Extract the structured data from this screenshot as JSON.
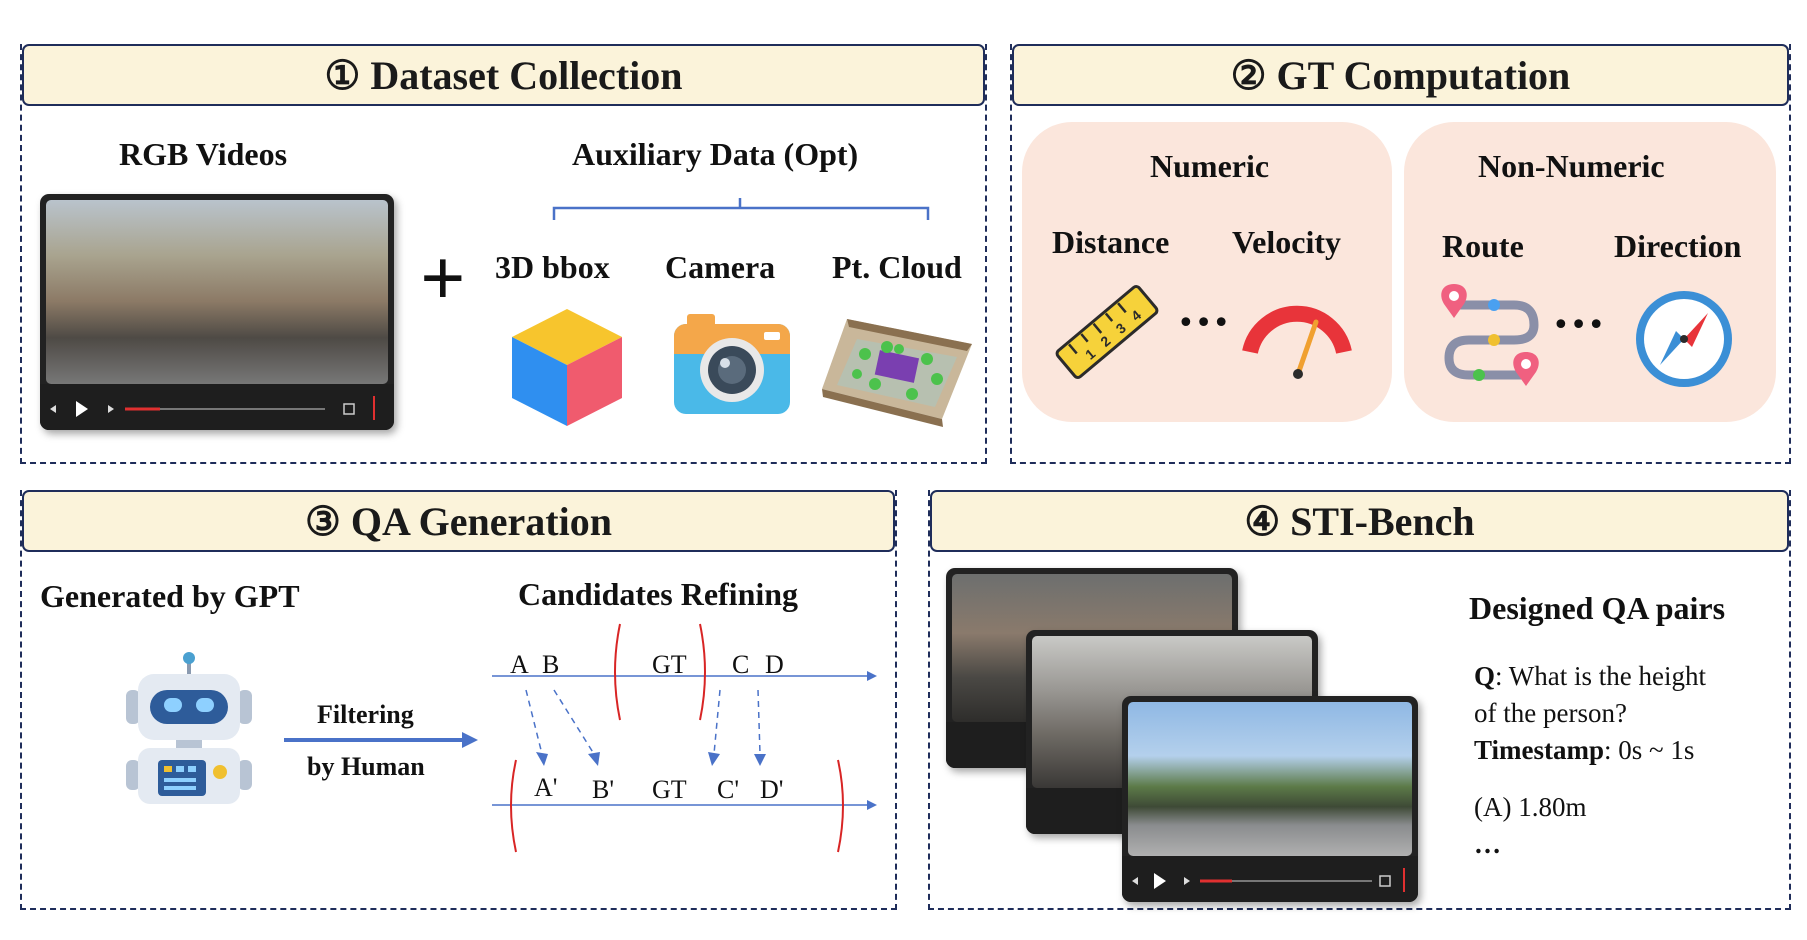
{
  "panel1": {
    "title": "① Dataset Collection",
    "rgb_label": "RGB Videos",
    "plus": "+",
    "aux_label": "Auxiliary Data (Opt)",
    "items": [
      "3D bbox",
      "Camera",
      "Pt. Cloud"
    ]
  },
  "panel2": {
    "title": "② GT Computation",
    "numeric": {
      "title": "Numeric",
      "a": "Distance",
      "b": "Velocity",
      "dots": "•••"
    },
    "nonnumeric": {
      "title": "Non-Numeric",
      "a": "Route",
      "b": "Direction",
      "dots": "•••"
    },
    "ruler_digits": [
      "1",
      "2",
      "3",
      "4"
    ]
  },
  "panel3": {
    "title": "③ QA Generation",
    "gen_label": "Generated by GPT",
    "refine_label": "Candidates Refining",
    "arrow_label_1": "Filtering",
    "arrow_label_2": "by Human",
    "top_axis": [
      "A",
      "B",
      "GT",
      "C",
      "D"
    ],
    "bottom_axis": [
      "A'",
      "B'",
      "GT",
      "C'",
      "D'"
    ]
  },
  "panel4": {
    "title": "④ STI-Bench",
    "qa_title": "Designed QA pairs",
    "q_label": "Q",
    "q_text": ": What is the height",
    "q_text2": "of the person?",
    "ts_label": "Timestamp",
    "ts_text": ": 0s ~ 1s",
    "option": "(A) 1.80m",
    "ellipsis": "…"
  },
  "colors": {
    "header_bg": "#fbf3da",
    "border": "#1f2d5a",
    "pill_bg": "#fbe6dc",
    "axis_blue": "#4a72c8",
    "bracket_red": "#d82525"
  }
}
